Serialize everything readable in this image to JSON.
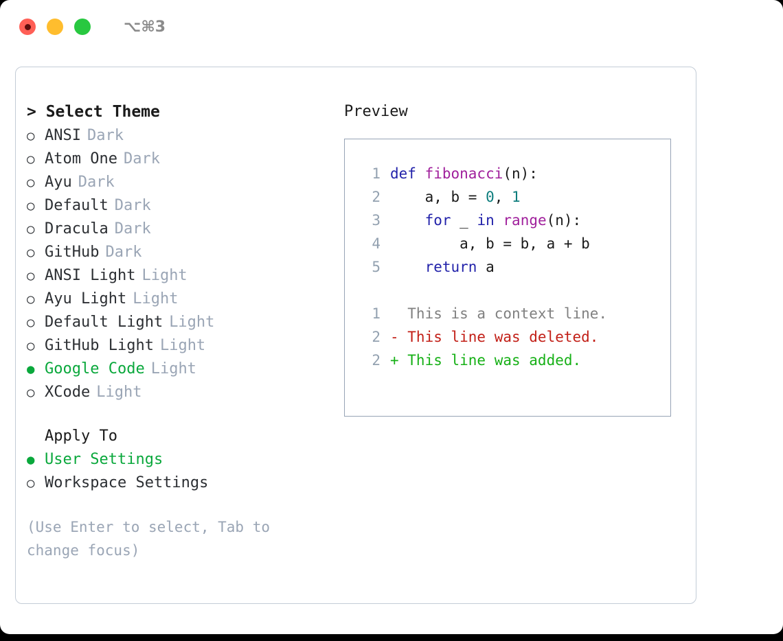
{
  "titlebar": {
    "shortcut": "⌥⌘3",
    "buttons": [
      {
        "name": "close",
        "color": "#ff5f56"
      },
      {
        "name": "minimize",
        "color": "#ffbd2e"
      },
      {
        "name": "maximize",
        "color": "#28c840"
      }
    ]
  },
  "theme_list": {
    "header": "> Select Theme",
    "items": [
      {
        "label": "ANSI",
        "badge": "Dark",
        "selected": false
      },
      {
        "label": "Atom One",
        "badge": "Dark",
        "selected": false
      },
      {
        "label": "Ayu",
        "badge": "Dark",
        "selected": false
      },
      {
        "label": "Default",
        "badge": "Dark",
        "selected": false
      },
      {
        "label": "Dracula",
        "badge": "Dark",
        "selected": false
      },
      {
        "label": "GitHub",
        "badge": "Dark",
        "selected": false
      },
      {
        "label": "ANSI Light",
        "badge": "Light",
        "selected": false
      },
      {
        "label": "Ayu Light",
        "badge": "Light",
        "selected": false
      },
      {
        "label": "Default Light",
        "badge": "Light",
        "selected": false
      },
      {
        "label": "GitHub Light",
        "badge": "Light",
        "selected": false
      },
      {
        "label": "Google Code",
        "badge": "Light",
        "selected": true
      },
      {
        "label": "XCode",
        "badge": "Light",
        "selected": false
      }
    ],
    "bullet_selected": "●",
    "bullet_unselected": "○"
  },
  "apply_to": {
    "header": "Apply To",
    "items": [
      {
        "label": "User Settings",
        "selected": true
      },
      {
        "label": "Workspace Settings",
        "selected": false
      }
    ]
  },
  "hint": "(Use Enter to select, Tab to change focus)",
  "preview": {
    "title": "Preview",
    "code_lines": [
      {
        "no": "1",
        "tokens": [
          {
            "t": "def ",
            "c": "kw"
          },
          {
            "t": "fibonacci",
            "c": "fn"
          },
          {
            "t": "(n):",
            "c": "txt"
          }
        ]
      },
      {
        "no": "2",
        "tokens": [
          {
            "t": "    a, b = ",
            "c": "txt"
          },
          {
            "t": "0",
            "c": "num"
          },
          {
            "t": ", ",
            "c": "txt"
          },
          {
            "t": "1",
            "c": "num"
          }
        ]
      },
      {
        "no": "3",
        "tokens": [
          {
            "t": "    ",
            "c": "txt"
          },
          {
            "t": "for",
            "c": "kw"
          },
          {
            "t": " _ ",
            "c": "txt"
          },
          {
            "t": "in",
            "c": "kw"
          },
          {
            "t": " ",
            "c": "txt"
          },
          {
            "t": "range",
            "c": "fn"
          },
          {
            "t": "(n):",
            "c": "txt"
          }
        ]
      },
      {
        "no": "4",
        "tokens": [
          {
            "t": "        a, b = b, a + b",
            "c": "txt"
          }
        ]
      },
      {
        "no": "5",
        "tokens": [
          {
            "t": "    ",
            "c": "txt"
          },
          {
            "t": "return",
            "c": "kw"
          },
          {
            "t": " a",
            "c": "txt"
          }
        ]
      }
    ],
    "diff_lines": [
      {
        "no": "1",
        "tokens": [
          {
            "t": "  This is a context line.",
            "c": "ctx"
          }
        ]
      },
      {
        "no": "2",
        "tokens": [
          {
            "t": "- This line was deleted.",
            "c": "del"
          }
        ]
      },
      {
        "no": "2",
        "tokens": [
          {
            "t": "+ This line was added.",
            "c": "add"
          }
        ]
      }
    ]
  },
  "colors": {
    "accent_green": "#0aa83c",
    "muted": "#9aa5b5",
    "keyword": "#2222aa",
    "function": "#a0209c",
    "number": "#0d7d7d",
    "deleted": "#c21f17",
    "added": "#16b016",
    "border": "#96a3b5"
  }
}
